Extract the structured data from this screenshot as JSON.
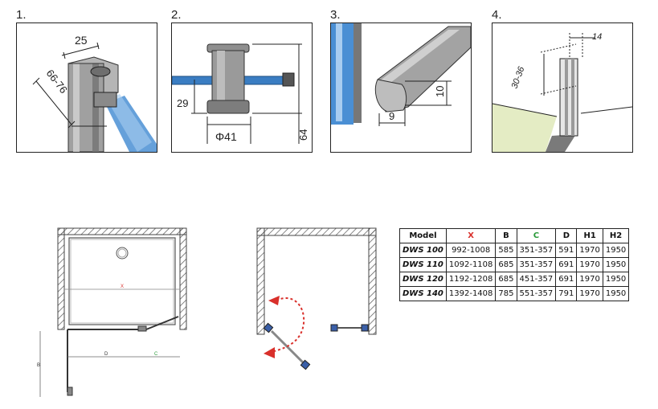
{
  "panels": [
    {
      "number": "1.",
      "dims": [
        "25",
        "66-76"
      ]
    },
    {
      "number": "2.",
      "dims": [
        "29",
        "Φ41",
        "64"
      ]
    },
    {
      "number": "3.",
      "dims": [
        "10",
        "9"
      ]
    },
    {
      "number": "4.",
      "dims": [
        "14",
        "30-36"
      ]
    }
  ],
  "floor_plan": {
    "labels": {
      "x": "X",
      "d": "D",
      "c": "C",
      "b": "B"
    }
  },
  "table": {
    "headers": [
      "Model",
      "X",
      "B",
      "C",
      "D",
      "H1",
      "H2"
    ],
    "rows": [
      [
        "DWS 100",
        "992-1008",
        "585",
        "351-357",
        "591",
        "1970",
        "1950"
      ],
      [
        "DWS 110",
        "1092-1108",
        "685",
        "351-357",
        "691",
        "1970",
        "1950"
      ],
      [
        "DWS 120",
        "1192-1208",
        "685",
        "451-357",
        "691",
        "1970",
        "1950"
      ],
      [
        "DWS 140",
        "1392-1408",
        "785",
        "551-357",
        "791",
        "1970",
        "1950"
      ]
    ]
  },
  "colors": {
    "glass": "#4a8fd4",
    "arrow": "#d9302b",
    "floor": "#e4ecc4",
    "x_header": "#d9302b",
    "c_header": "#2a9a3a"
  }
}
